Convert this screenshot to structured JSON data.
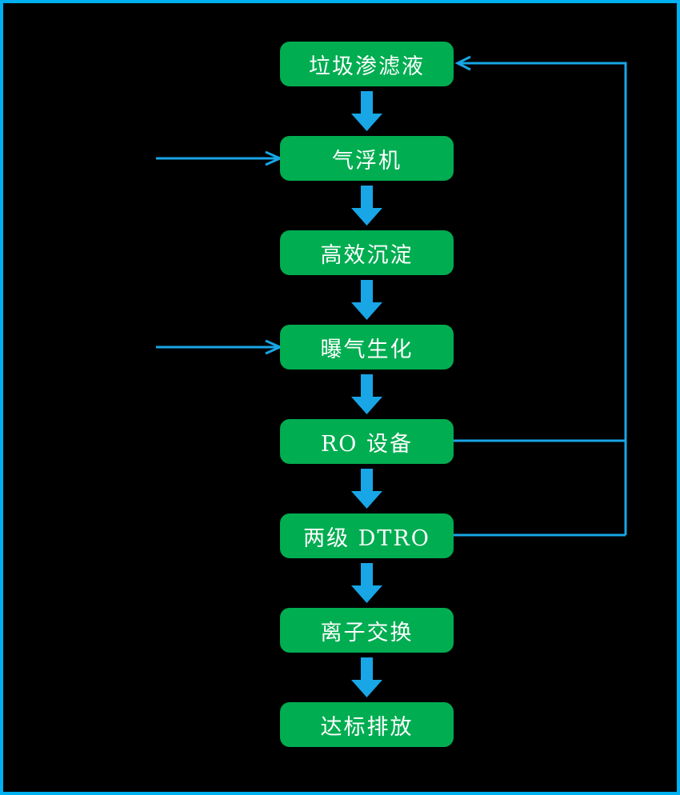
{
  "diagram": {
    "boxes": [
      {
        "id": "b1",
        "label": "垃圾渗滤液"
      },
      {
        "id": "b2",
        "label": "气浮机"
      },
      {
        "id": "b3",
        "label": "高效沉淀"
      },
      {
        "id": "b4",
        "label": "曝气生化"
      },
      {
        "id": "b5",
        "label": "RO 设备"
      },
      {
        "id": "b6",
        "label": "两级 DTRO"
      },
      {
        "id": "b7",
        "label": "离子交换"
      },
      {
        "id": "b8",
        "label": "达标排放"
      }
    ],
    "edges": {
      "main_flow": [
        {
          "from": "b1",
          "to": "b2"
        },
        {
          "from": "b2",
          "to": "b3"
        },
        {
          "from": "b3",
          "to": "b4"
        },
        {
          "from": "b4",
          "to": "b5"
        },
        {
          "from": "b5",
          "to": "b6"
        },
        {
          "from": "b6",
          "to": "b7"
        },
        {
          "from": "b7",
          "to": "b8"
        }
      ],
      "return_flow": [
        {
          "from": "b5",
          "to": "b1"
        },
        {
          "from": "b6",
          "to": "b1"
        }
      ],
      "inflow": [
        {
          "to": "b2"
        },
        {
          "to": "b4"
        }
      ]
    }
  },
  "colors": {
    "box_fill": "#00AD51",
    "arrow_blue": "#18A6E6",
    "frame_border": "#00B0F0",
    "background": "#000000",
    "label_text": "#FFFFFF"
  }
}
